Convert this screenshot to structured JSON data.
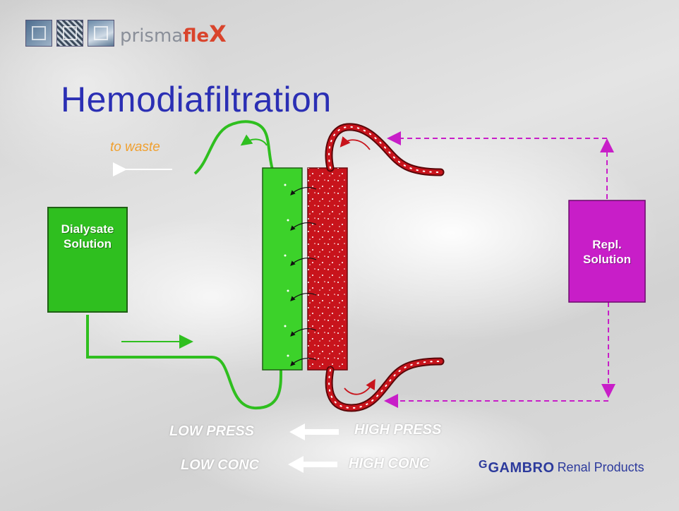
{
  "header": {
    "brand_prefix": "prisma",
    "brand_fl": "fle",
    "brand_x": "X"
  },
  "title": "Hemodiafiltration",
  "labels": {
    "to_waste": "to waste",
    "dialysate": "Dialysate\nSolution",
    "dialysate_line1": "Dialysate",
    "dialysate_line2": "Solution",
    "repl_line1": "Repl.",
    "repl_line2": "Solution"
  },
  "legend": {
    "low_press": "LOW  PRESS",
    "high_press": "HIGH PRESS",
    "low_conc": "LOW CONC",
    "high_conc": "HIGH CONC"
  },
  "footer": {
    "mark": "G",
    "company": "GAMBRO",
    "division": "Renal Products"
  },
  "colors": {
    "title": "#2b2fb4",
    "dialysate_green": "#2fbf1f",
    "blood_red": "#c8141c",
    "replacement_magenta": "#c81ec8",
    "waste_orange": "#f0a030"
  }
}
